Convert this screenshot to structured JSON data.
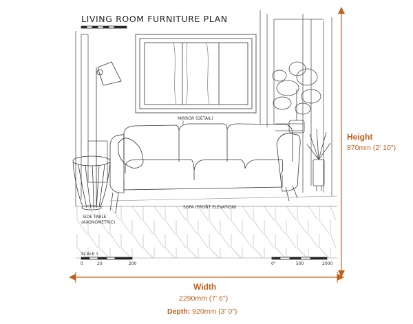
{
  "plan_title": "LIVING ROOM FURNITURE PLAN",
  "labels": {
    "mirror": "MIRROR (DETAIL)",
    "sofa": "SOFA (FRONT ELEVATION)",
    "side_table_line1": "SIDE TABLE",
    "side_table_line2": "(AXONOMETRIC)"
  },
  "scale_bar_left": {
    "title": "SCALE 1",
    "ticks": [
      "0",
      "20",
      "200"
    ]
  },
  "scale_bar_right": {
    "ticks": [
      "0\"",
      "500",
      "2000"
    ]
  },
  "dimensions": {
    "height_label": "Height",
    "height_value": "870mm (2' 10\")",
    "width_label": "Width",
    "width_value": "2290mm (7' 6\")",
    "depth_label": "Depth:",
    "depth_value": " 920mm (3' 0\")"
  },
  "colors": {
    "dimension_accent": "#c1601a",
    "line_art": "#333333"
  }
}
